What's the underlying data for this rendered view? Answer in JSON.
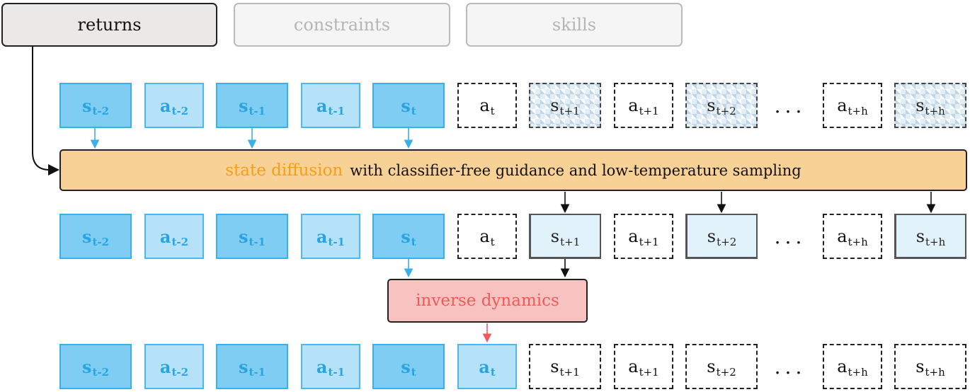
{
  "tabs": [
    {
      "label": "returns",
      "state": "active"
    },
    {
      "label": "constraints",
      "state": "inactive"
    },
    {
      "label": "skills",
      "state": "inactive"
    }
  ],
  "rows": {
    "input": [
      {
        "base": "s",
        "sub": "t-2",
        "style": "s-past"
      },
      {
        "base": "a",
        "sub": "t-2",
        "style": "a-past"
      },
      {
        "base": "s",
        "sub": "t-1",
        "style": "s-past"
      },
      {
        "base": "a",
        "sub": "t-1",
        "style": "a-past"
      },
      {
        "base": "s",
        "sub": "t",
        "style": "s-past"
      },
      {
        "base": "a",
        "sub": "t",
        "style": "dashed"
      },
      {
        "base": "s",
        "sub": "t+1",
        "style": "noisy"
      },
      {
        "base": "a",
        "sub": "t+1",
        "style": "dashed"
      },
      {
        "base": "s",
        "sub": "t+2",
        "style": "noisy"
      },
      {
        "base": "a",
        "sub": "t+h",
        "style": "dashed"
      },
      {
        "base": "s",
        "sub": "t+h",
        "style": "noisy"
      }
    ],
    "diffused": [
      {
        "base": "s",
        "sub": "t-2",
        "style": "s-past"
      },
      {
        "base": "a",
        "sub": "t-2",
        "style": "a-past"
      },
      {
        "base": "s",
        "sub": "t-1",
        "style": "s-past"
      },
      {
        "base": "a",
        "sub": "t-1",
        "style": "a-past"
      },
      {
        "base": "s",
        "sub": "t",
        "style": "s-past"
      },
      {
        "base": "a",
        "sub": "t",
        "style": "dashed"
      },
      {
        "base": "s",
        "sub": "t+1",
        "style": "gen"
      },
      {
        "base": "a",
        "sub": "t+1",
        "style": "dashed"
      },
      {
        "base": "s",
        "sub": "t+2",
        "style": "gen"
      },
      {
        "base": "a",
        "sub": "t+h",
        "style": "dashed"
      },
      {
        "base": "s",
        "sub": "t+h",
        "style": "gen"
      }
    ],
    "output": [
      {
        "base": "s",
        "sub": "t-2",
        "style": "s-past"
      },
      {
        "base": "a",
        "sub": "t-2",
        "style": "a-past"
      },
      {
        "base": "s",
        "sub": "t-1",
        "style": "s-past"
      },
      {
        "base": "a",
        "sub": "t-1",
        "style": "a-past"
      },
      {
        "base": "s",
        "sub": "t",
        "style": "s-past"
      },
      {
        "base": "a",
        "sub": "t",
        "style": "gen-a"
      },
      {
        "base": "s",
        "sub": "t+1",
        "style": "dashed"
      },
      {
        "base": "a",
        "sub": "t+1",
        "style": "dashed"
      },
      {
        "base": "s",
        "sub": "t+2",
        "style": "dashed"
      },
      {
        "base": "a",
        "sub": "t+h",
        "style": "dashed"
      },
      {
        "base": "s",
        "sub": "t+h",
        "style": "dashed"
      }
    ]
  },
  "ellipsis": "...",
  "diffusion": {
    "keyword": "state diffusion",
    "rest": "with classifier-free guidance and low-temperature sampling",
    "colors": {
      "keyword": "#f59f19",
      "fill": "#f8d196"
    }
  },
  "inverse_dynamics": {
    "label": "inverse dynamics",
    "colors": {
      "text": "#ef5a5a",
      "fill": "#f7c2c0"
    }
  },
  "colors": {
    "state_past": "#7fcdf2",
    "action_past": "#b5e2f8",
    "accent_blue": "#29a4e0",
    "arrow_blue": "#3ab0e8",
    "arrow_red": "#ef5a5a"
  }
}
